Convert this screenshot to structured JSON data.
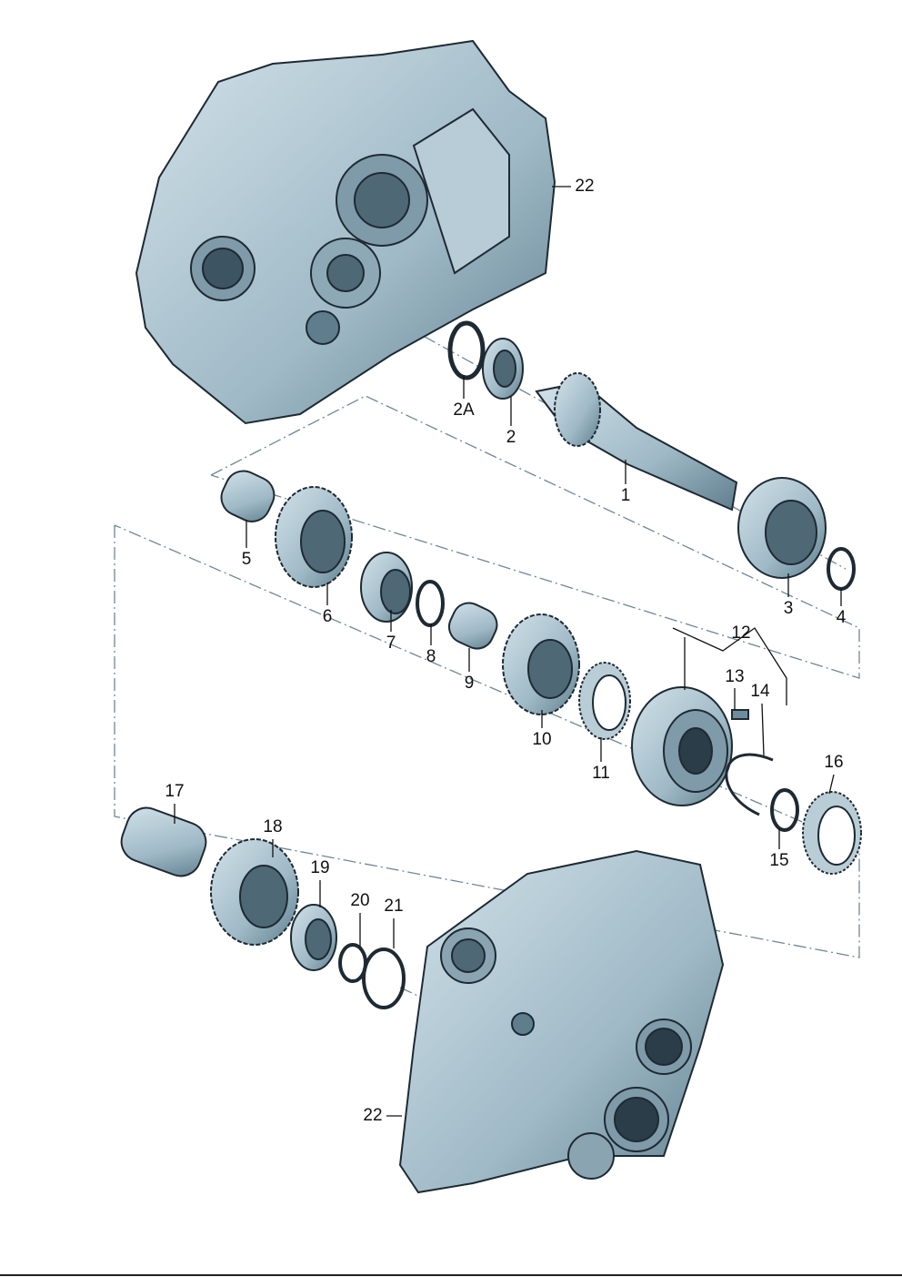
{
  "diagram": {
    "title": "Manual gearbox exploded view - input shaft and housing",
    "labels": [
      "22",
      "2A",
      "2",
      "1",
      "5",
      "6",
      "7",
      "8",
      "9",
      "10",
      "11",
      "12",
      "13",
      "14",
      "16",
      "3",
      "4",
      "15",
      "17",
      "18",
      "19",
      "20",
      "21",
      "22"
    ],
    "colors": {
      "part_fill": "#a9c3cf",
      "part_shade": "#6e8d9c",
      "part_dark": "#2b3d48",
      "dash_line": "#6f8797"
    }
  }
}
